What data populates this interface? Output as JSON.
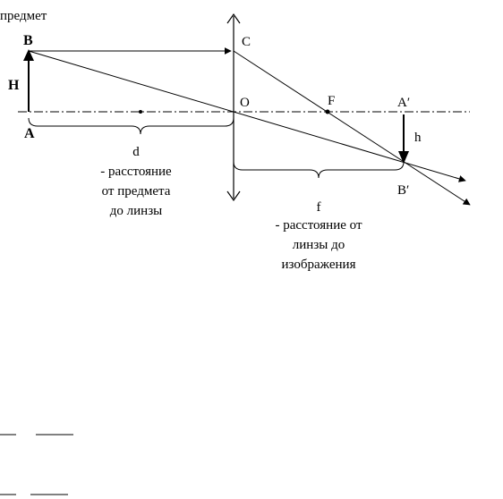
{
  "top_label": "предмет",
  "points": {
    "B": "B",
    "A": "A",
    "C": "C",
    "O": "O",
    "F": "F",
    "A_prime": "A′",
    "B_prime": "B′"
  },
  "heights": {
    "object": "H",
    "image": "h"
  },
  "distances": {
    "d_symbol": "d",
    "d_desc": [
      "- расстояние",
      "от предмета",
      "до линзы"
    ],
    "f_symbol": "f",
    "f_desc": [
      "- расстояние от",
      "линзы до",
      "изображения"
    ]
  },
  "colors": {
    "ink": "#000000",
    "background": "#ffffff"
  }
}
